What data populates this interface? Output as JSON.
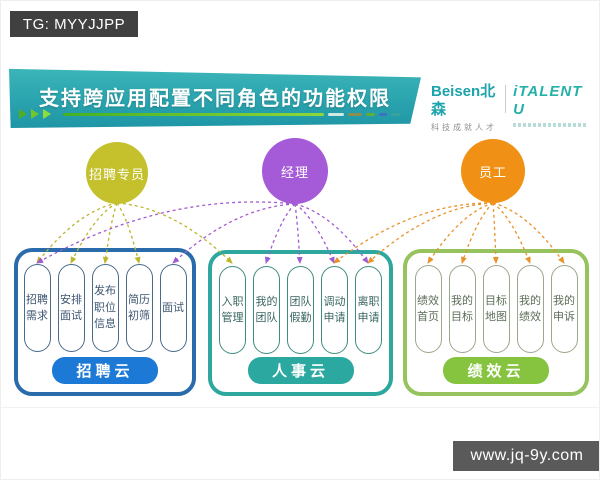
{
  "watermarks": {
    "top_left": "TG: MYYJJPP",
    "bottom_right": "www.jq-9y.com"
  },
  "header": {
    "title": "支持跨应用配置不同角色的功能权限",
    "brand": {
      "name": "Beisen北森",
      "tagline": "科技成就人才",
      "product": "iTALENT U"
    }
  },
  "roles": [
    {
      "id": "recruiter",
      "label": "招聘专员",
      "color": "#c5c12d",
      "arrow_color": "#bdb52a"
    },
    {
      "id": "manager",
      "label": "经理",
      "color": "#a55ad8",
      "arrow_color": "#a05cd0"
    },
    {
      "id": "employee",
      "label": "员工",
      "color": "#f09115",
      "arrow_color": "#e8922a"
    }
  ],
  "clouds": [
    {
      "label": "招聘云",
      "accent": "#2a6cab",
      "label_fill": "#1c79d6",
      "pill_border": "#4a6b8a",
      "pill_text": "#3d5572",
      "items": [
        "招聘需求",
        "安排面试",
        "发布职位信息",
        "简历初筛",
        "面试"
      ]
    },
    {
      "label": "人事云",
      "accent": "#2ea79e",
      "label_fill": "#2ba8a0",
      "pill_border": "#3f8d82",
      "pill_text": "#38655f",
      "items": [
        "入职管理",
        "我的团队",
        "团队假勤",
        "调动申请",
        "离职申请"
      ]
    },
    {
      "label": "绩效云",
      "accent": "#96c35d",
      "label_fill": "#86c440",
      "pill_border": "#9aa88c",
      "pill_text": "#5c6e57",
      "items": [
        "绩效首页",
        "我的目标",
        "目标地图",
        "我的绩效",
        "我的申诉"
      ]
    }
  ],
  "connections": [
    {
      "from": "recruiter",
      "cloud": 0,
      "item": 0
    },
    {
      "from": "recruiter",
      "cloud": 0,
      "item": 1
    },
    {
      "from": "recruiter",
      "cloud": 0,
      "item": 2
    },
    {
      "from": "recruiter",
      "cloud": 0,
      "item": 3
    },
    {
      "from": "recruiter",
      "cloud": 1,
      "item": 0
    },
    {
      "from": "manager",
      "cloud": 0,
      "item": 0
    },
    {
      "from": "manager",
      "cloud": 0,
      "item": 4
    },
    {
      "from": "manager",
      "cloud": 1,
      "item": 1
    },
    {
      "from": "manager",
      "cloud": 1,
      "item": 2
    },
    {
      "from": "manager",
      "cloud": 1,
      "item": 3
    },
    {
      "from": "manager",
      "cloud": 1,
      "item": 4
    },
    {
      "from": "employee",
      "cloud": 1,
      "item": 3
    },
    {
      "from": "employee",
      "cloud": 1,
      "item": 4
    },
    {
      "from": "employee",
      "cloud": 2,
      "item": 0
    },
    {
      "from": "employee",
      "cloud": 2,
      "item": 1
    },
    {
      "from": "employee",
      "cloud": 2,
      "item": 2
    },
    {
      "from": "employee",
      "cloud": 2,
      "item": 3
    },
    {
      "from": "employee",
      "cloud": 2,
      "item": 4
    }
  ]
}
